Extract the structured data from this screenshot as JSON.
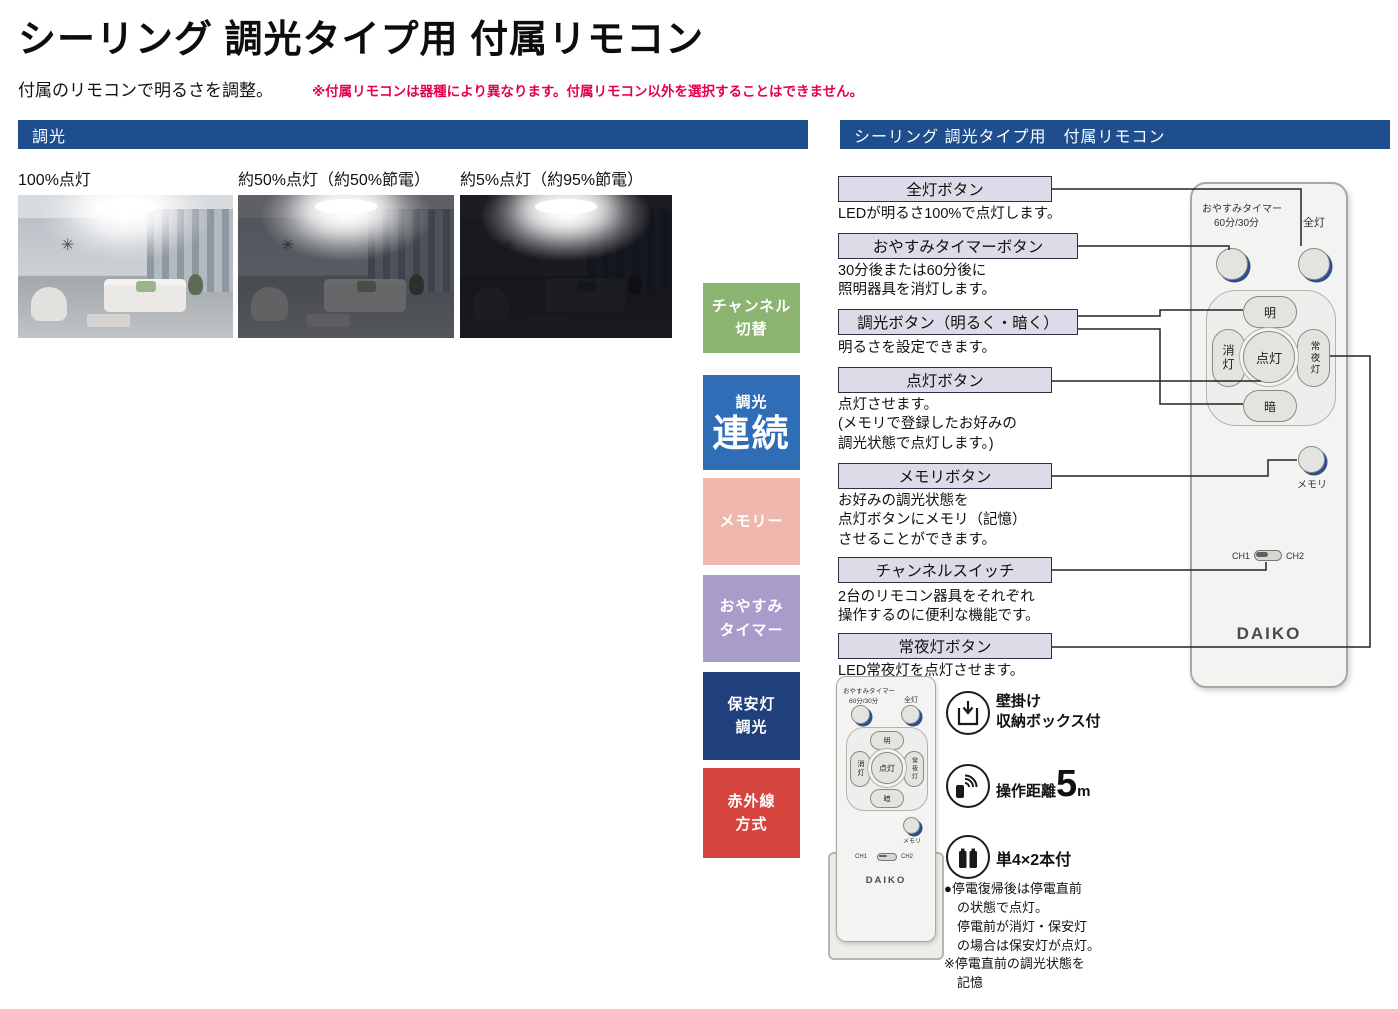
{
  "page": {
    "title": "シーリング 調光タイプ用 付属リモコン",
    "intro": "付属のリモコンで明るさを調整。",
    "note": "※付属リモコンは器種により異なります。付属リモコン以外を選択することはできません。"
  },
  "colors": {
    "header_bar": "#1e4e8e",
    "note_red": "#e50050",
    "badge_green": "#8cb471",
    "badge_blue": "#2f6eb6",
    "badge_pink": "#efb7ad",
    "badge_purple": "#a99cca",
    "badge_navy": "#1f3f7d",
    "badge_red": "#d6453d",
    "label_box_bg": "#dcdce9"
  },
  "dimming_section": {
    "header": "調光",
    "photos": [
      {
        "label": "100%点灯"
      },
      {
        "label": "約50%点灯（約50%節電）"
      },
      {
        "label": "約5%点灯（約95%節電）"
      }
    ]
  },
  "feature_badges": {
    "channel": {
      "line1": "チャンネル",
      "line2": "切替"
    },
    "dimming": {
      "top": "調光",
      "main": "連続"
    },
    "memory": {
      "line1": "メモリー"
    },
    "sleep_timer": {
      "line1": "おやすみ",
      "line2": "タイマー"
    },
    "security_light": {
      "line1": "保安灯",
      "line2": "調光"
    },
    "infrared": {
      "line1": "赤外線",
      "line2": "方式"
    }
  },
  "remote_section": {
    "header": "シーリング 調光タイプ用　付属リモコン",
    "features": [
      {
        "label": "全灯ボタン",
        "desc": "LEDが明るさ100%で点灯します。"
      },
      {
        "label": "おやすみタイマーボタン",
        "desc": "30分後または60分後に\n照明器具を消灯します。"
      },
      {
        "label": "調光ボタン（明るく・暗く）",
        "desc": "明るさを設定できます。"
      },
      {
        "label": "点灯ボタン",
        "desc": "点灯させます。\n(メモリで登録したお好みの\n 調光状態で点灯します。)"
      },
      {
        "label": "メモリボタン",
        "desc": "お好みの調光状態を\n点灯ボタンにメモリ（記憶）\nさせることができます。"
      },
      {
        "label": "チャンネルスイッチ",
        "desc": "2台のリモコン器具をそれぞれ\n操作するのに便利な機能です。"
      },
      {
        "label": "常夜灯ボタン",
        "desc": "LED常夜灯を点灯させます。"
      }
    ]
  },
  "remote": {
    "sleep_timer_label": "おやすみタイマー",
    "sleep_timer_duration": "60分/30分",
    "all_on": "全灯",
    "bright": "明",
    "dark": "暗",
    "off_btn": "消灯",
    "on_btn": "点灯",
    "night_light": "常夜灯",
    "memory": "メモリ",
    "ch1": "CH1",
    "ch2": "CH2",
    "brand": "DAIKO"
  },
  "bottom": {
    "wall_mount": "壁掛け\n収納ボックス付",
    "distance_prefix": "操作距離",
    "distance_value": "5",
    "distance_unit": "m",
    "battery": "単4×2本付",
    "power_note": "●停電復帰後は停電直前\n　の状態で点灯。\n　停電前が消灯・保安灯\n　の場合は保安灯が点灯。\n※停電直前の調光状態を\n　記憶"
  }
}
